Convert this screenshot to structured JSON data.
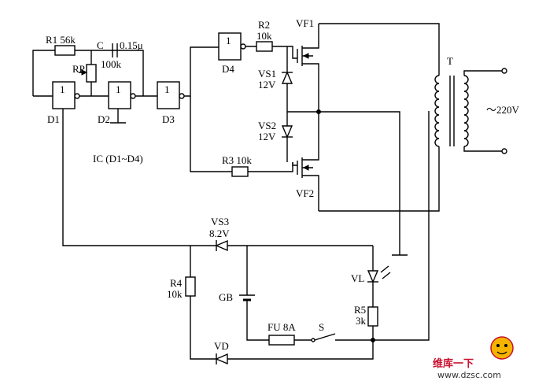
{
  "labels": {
    "r1": "R1  56k",
    "c": "C",
    "c_val": "0.15μ",
    "rp": "RP",
    "rp_val": "100k",
    "gate": "1",
    "d1": "D1",
    "d2": "D2",
    "d3": "D3",
    "d4": "D4",
    "ic": "IC (D1~D4)",
    "r2": "R2",
    "r2_val": "10k",
    "vs1": "VS1",
    "vs1_val": "12V",
    "vs2": "VS2",
    "vs2_val": "12V",
    "r3": "R3   10k",
    "vf1": "VF1",
    "vf2": "VF2",
    "t": "T",
    "ac": "～220V",
    "vs3": "VS3",
    "vs3_val": "8.2V",
    "r4": "R4",
    "r4_val": "10k",
    "gb": "GB",
    "vl": "VL",
    "r5": "R5",
    "r5_val": "3k",
    "fu": "FU   8A",
    "s": "S",
    "vd": "VD"
  },
  "watermark": {
    "text": "维库一下",
    "url": "www.dzsc.com",
    "color": "#c8102e"
  }
}
